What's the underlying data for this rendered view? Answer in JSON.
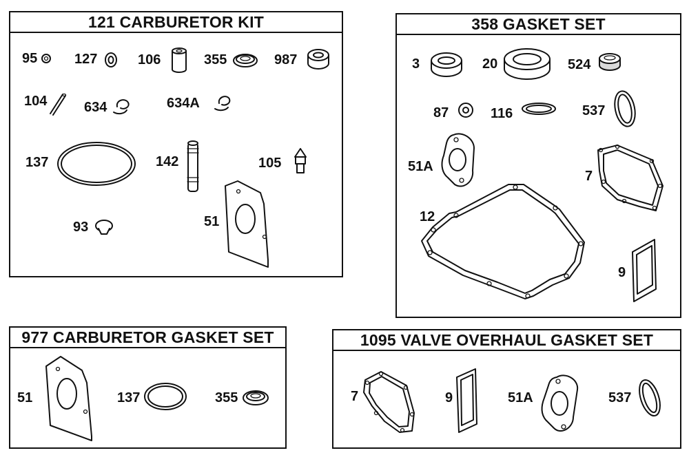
{
  "panels": {
    "carb_kit": {
      "title": "121 CARBURETOR KIT",
      "parts": [
        "95",
        "127",
        "106",
        "355",
        "987",
        "104",
        "634",
        "634A",
        "137",
        "142",
        "105",
        "93",
        "51"
      ]
    },
    "gasket_set": {
      "title": "358 GASKET SET",
      "parts": [
        "3",
        "20",
        "524",
        "87",
        "116",
        "537",
        "51A",
        "7",
        "12",
        "9"
      ]
    },
    "carb_gasket": {
      "title": "977 CARBURETOR GASKET SET",
      "parts": [
        "51",
        "137",
        "355"
      ]
    },
    "valve_overhaul": {
      "title": "1095 VALVE OVERHAUL GASKET SET",
      "parts": [
        "7",
        "9",
        "51A",
        "537"
      ]
    }
  }
}
